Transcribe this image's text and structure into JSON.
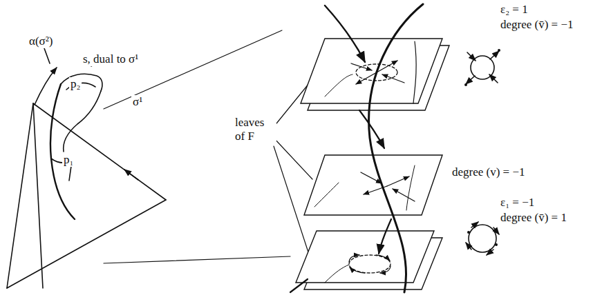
{
  "diagram": {
    "labels": [
      "α(σ²)",
      "s, dual to σ¹",
      "p₂",
      "σ¹",
      "p₁",
      "leaves of F",
      "ε₂ = 1",
      "degree (v̄) = −1",
      "degree (v) = −1",
      "ε₁ = −1",
      "degree (v̄) = 1"
    ]
  }
}
